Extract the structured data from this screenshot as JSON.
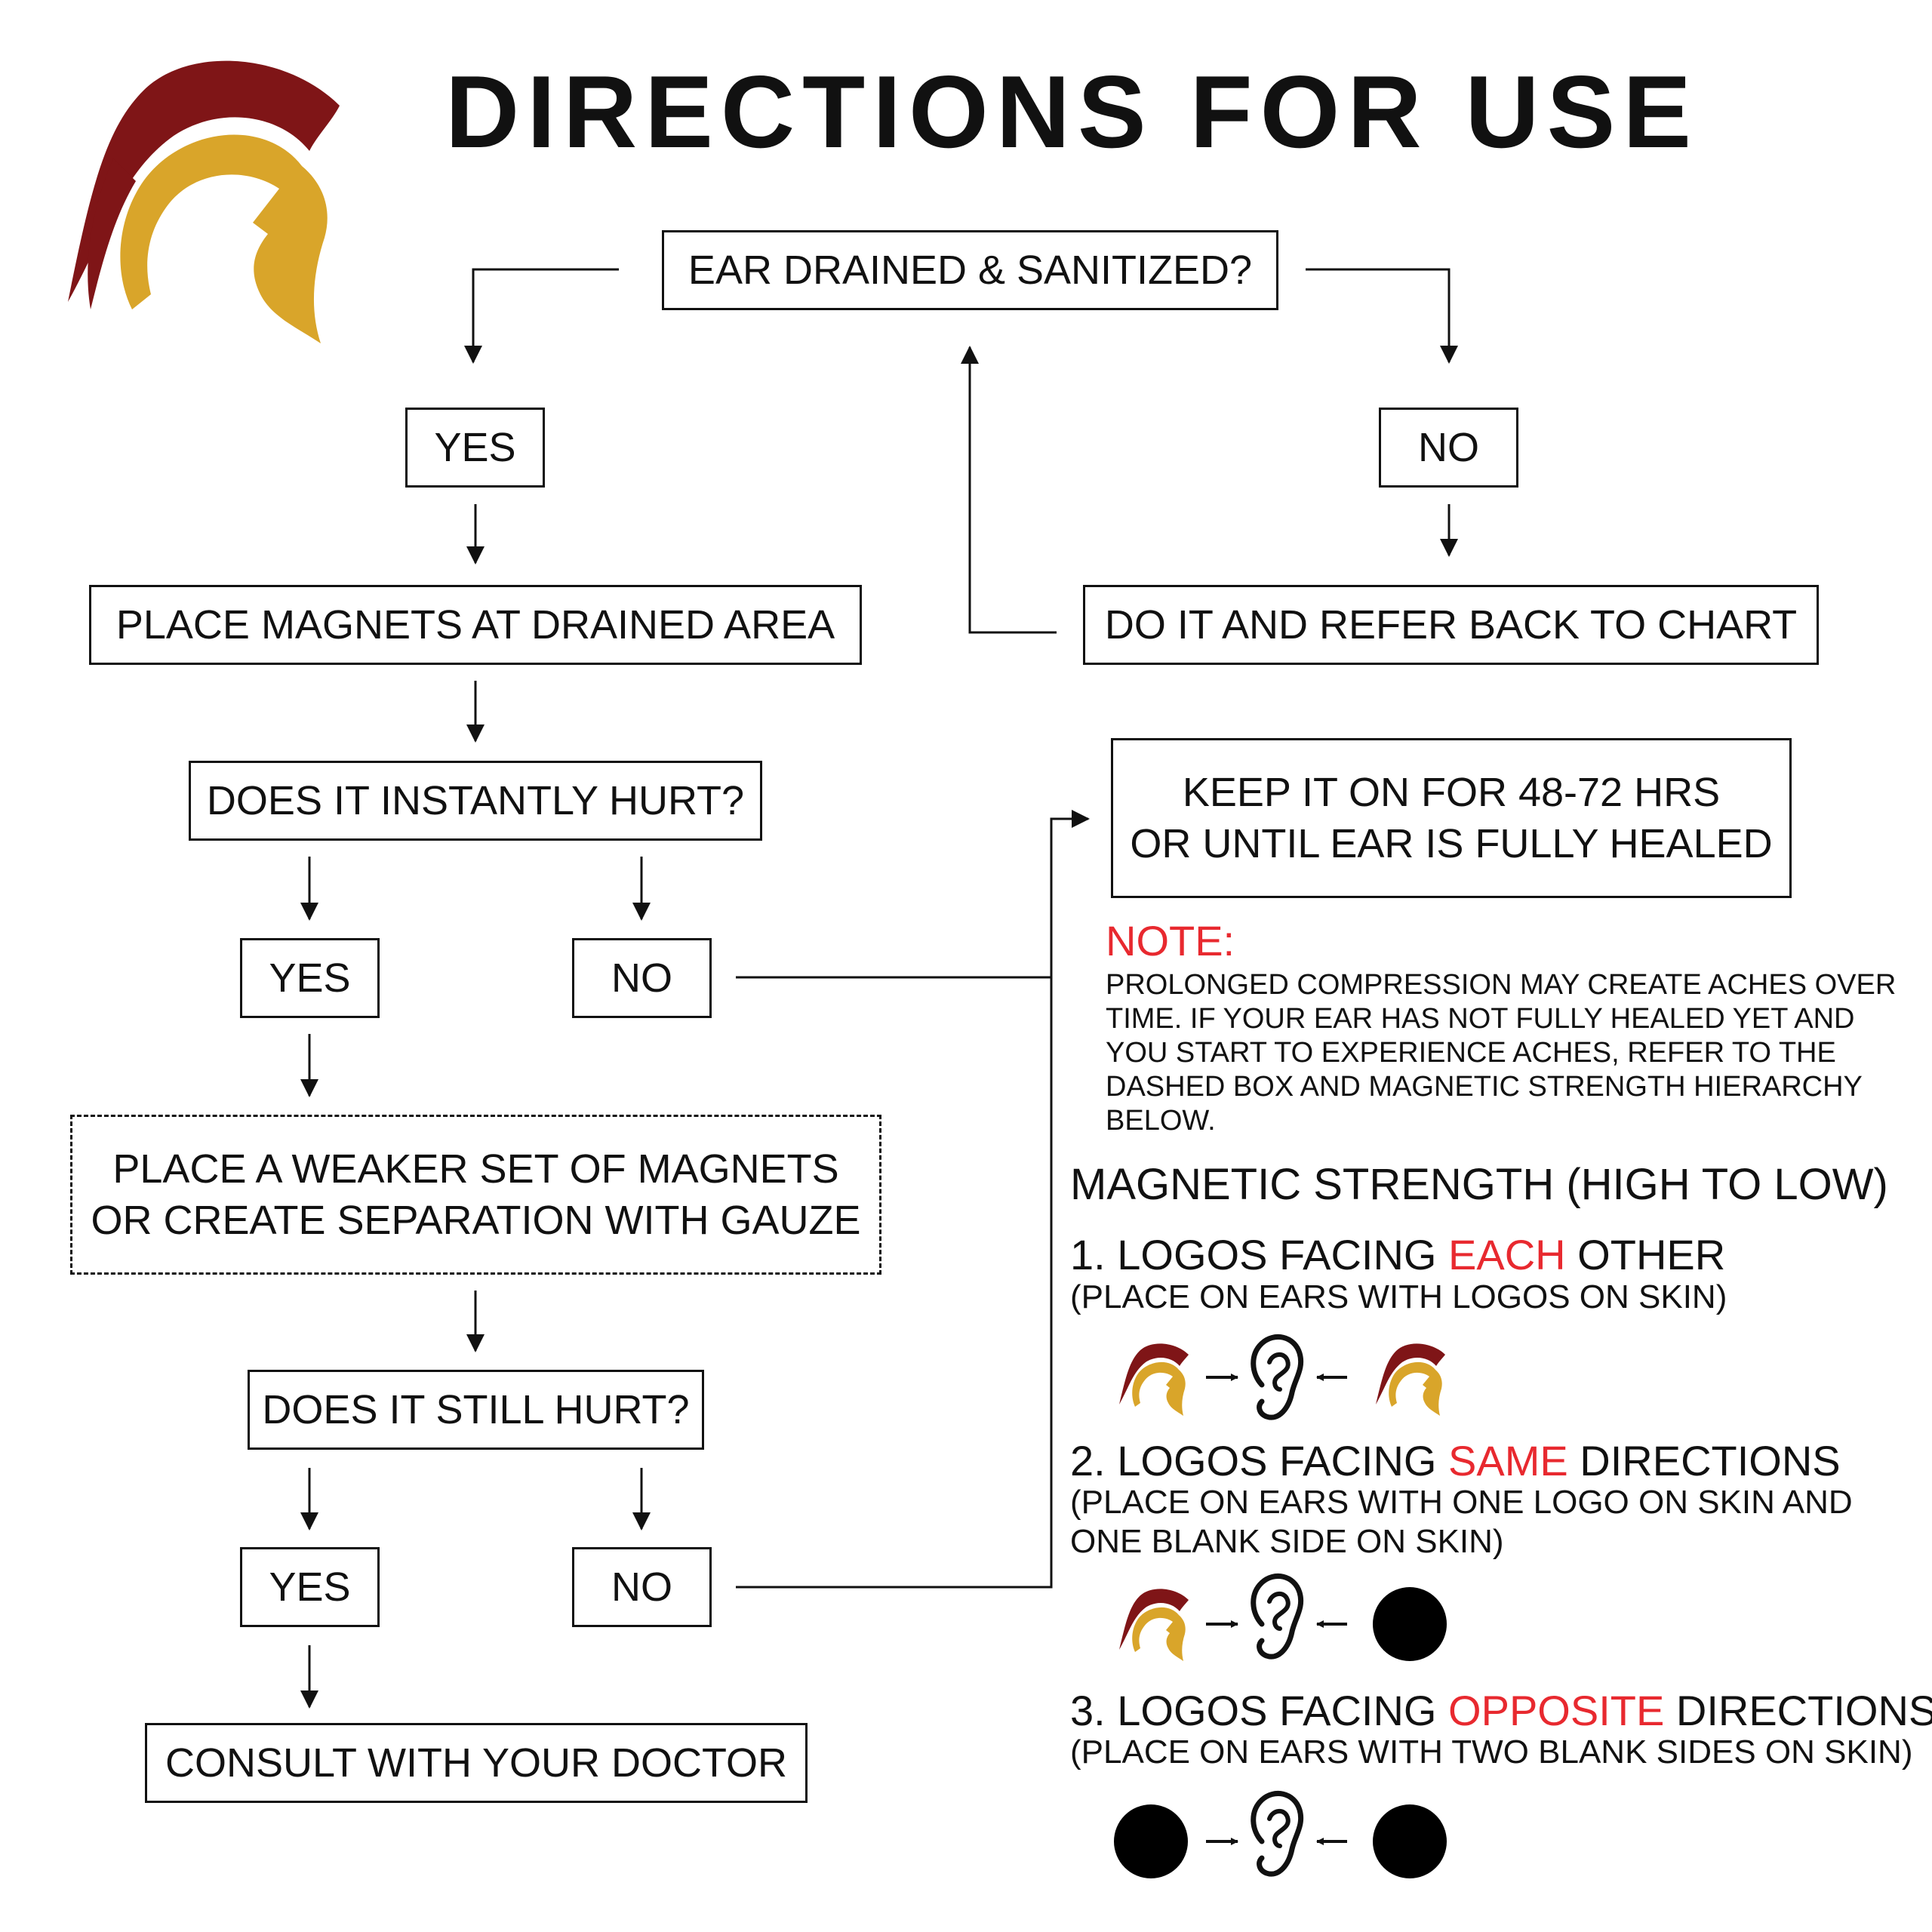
{
  "title": "DIRECTIONS FOR USE",
  "colors": {
    "accent": "#e8292f",
    "helmet_crest": "#7f1517",
    "helmet_gold": "#d9a52a",
    "ink": "#111111"
  },
  "flowchart": {
    "start": "EAR DRAINED & SANITIZED?",
    "yes_1": "YES",
    "no_1": "NO",
    "place_magnets": "PLACE MAGNETS AT DRAINED AREA",
    "do_it": "DO IT AND REFER BACK TO CHART",
    "instant_hurt": "DOES IT INSTANTLY HURT?",
    "yes_2": "YES",
    "no_2": "NO",
    "keep_on_line1": "KEEP IT ON FOR 48-72 HRS",
    "keep_on_line2": "OR UNTIL EAR IS FULLY HEALED",
    "weaker_line1": "PLACE A WEAKER SET OF MAGNETS",
    "weaker_line2": "OR CREATE SEPARATION WITH GAUZE",
    "still_hurt": "DOES IT STILL HURT?",
    "yes_3": "YES",
    "no_3": "NO",
    "consult": "CONSULT WITH YOUR DOCTOR"
  },
  "note": {
    "title": "NOTE:",
    "lines": [
      "PROLONGED COMPRESSION MAY CREATE ACHES OVER",
      "TIME. IF YOUR EAR HAS NOT FULLY HEALED YET AND",
      "YOU START TO EXPERIENCE ACHES, REFER TO THE",
      "DASHED BOX AND MAGNETIC STRENGTH HIERARCHY",
      "BELOW."
    ]
  },
  "magnetic_strength": {
    "heading": "MAGNETIC STRENGTH (HIGH TO LOW)",
    "items": [
      {
        "pre": "1. LOGOS FACING ",
        "accent": "EACH",
        "post": " OTHER",
        "sub_lines": [
          "(PLACE ON EARS WITH LOGOS ON SKIN)"
        ],
        "left_icon": "helmet-logo-icon",
        "right_icon": "helmet-logo-icon"
      },
      {
        "pre": "2. LOGOS FACING ",
        "accent": "SAME",
        "post": " DIRECTIONS",
        "sub_lines": [
          "(PLACE ON EARS WITH ONE LOGO ON SKIN AND",
          "ONE BLANK SIDE ON SKIN)"
        ],
        "left_icon": "helmet-logo-icon",
        "right_icon": "blank-magnet-icon"
      },
      {
        "pre": "3. LOGOS FACING ",
        "accent": "OPPOSITE",
        "post": " DIRECTIONS",
        "sub_lines": [
          "(PLACE ON EARS WITH TWO BLANK SIDES ON SKIN)"
        ],
        "left_icon": "blank-magnet-icon",
        "right_icon": "blank-magnet-icon"
      }
    ]
  }
}
